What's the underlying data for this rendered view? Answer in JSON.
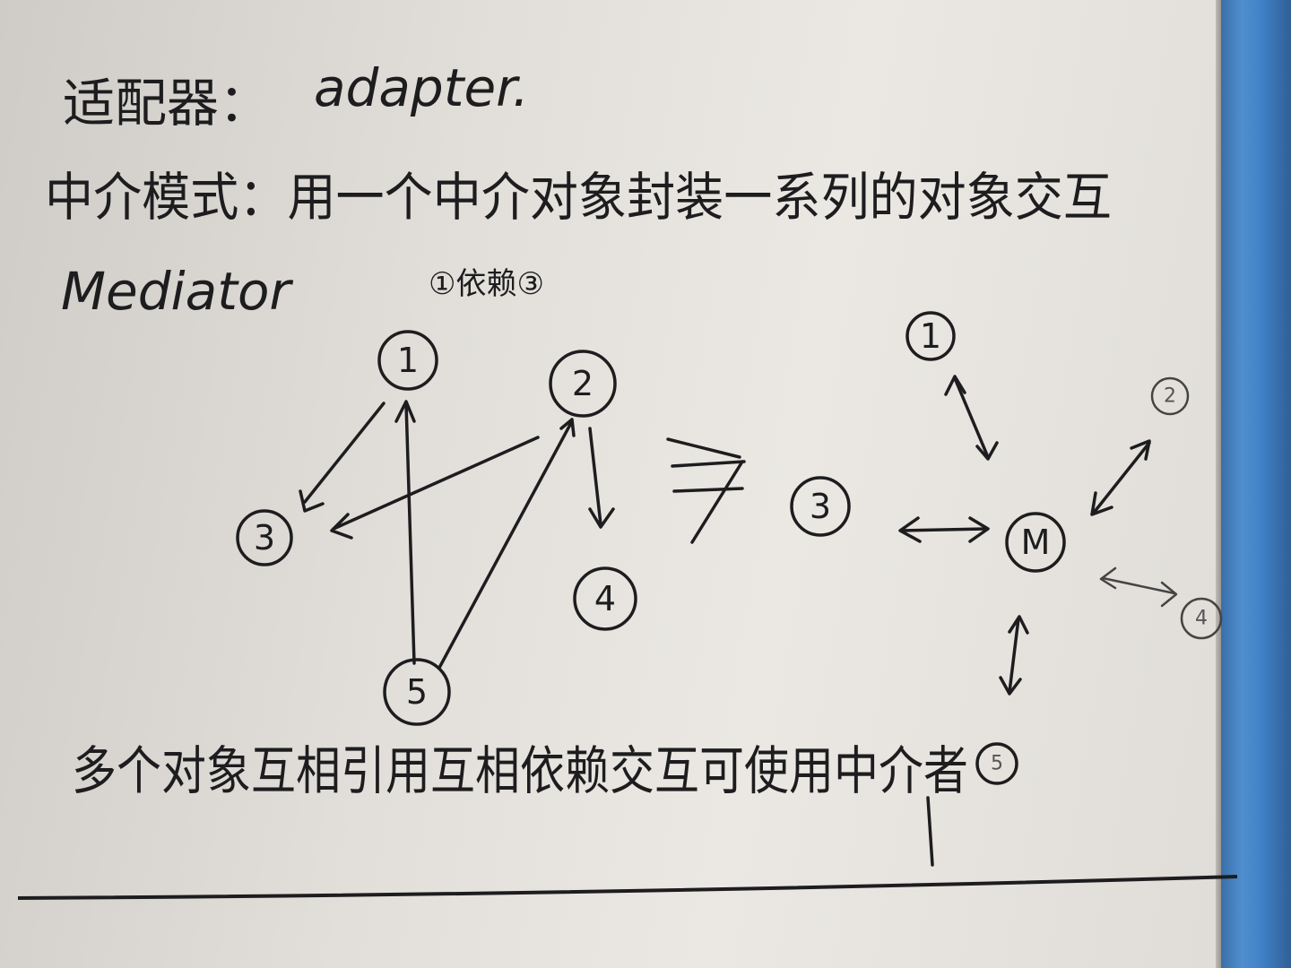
{
  "notes": {
    "line1_label": "适配器：",
    "line1_term": "adapter.",
    "line2": "中介模式：用一个中介对象封装一系列的对象交互",
    "line3": "Mediator",
    "dependency_note": "①依赖③",
    "bottom_line": "多个对象互相引用互相依赖交互可使用中介者"
  },
  "left_graph": {
    "nodes": [
      "1",
      "2",
      "3",
      "4",
      "5"
    ]
  },
  "right_graph": {
    "nodes": [
      "1",
      "2",
      "3",
      "4",
      "5",
      "M"
    ]
  },
  "colors": {
    "ink": "#1d1d1f",
    "paper": "#e6e3de",
    "binder": "#4f8fd0"
  }
}
